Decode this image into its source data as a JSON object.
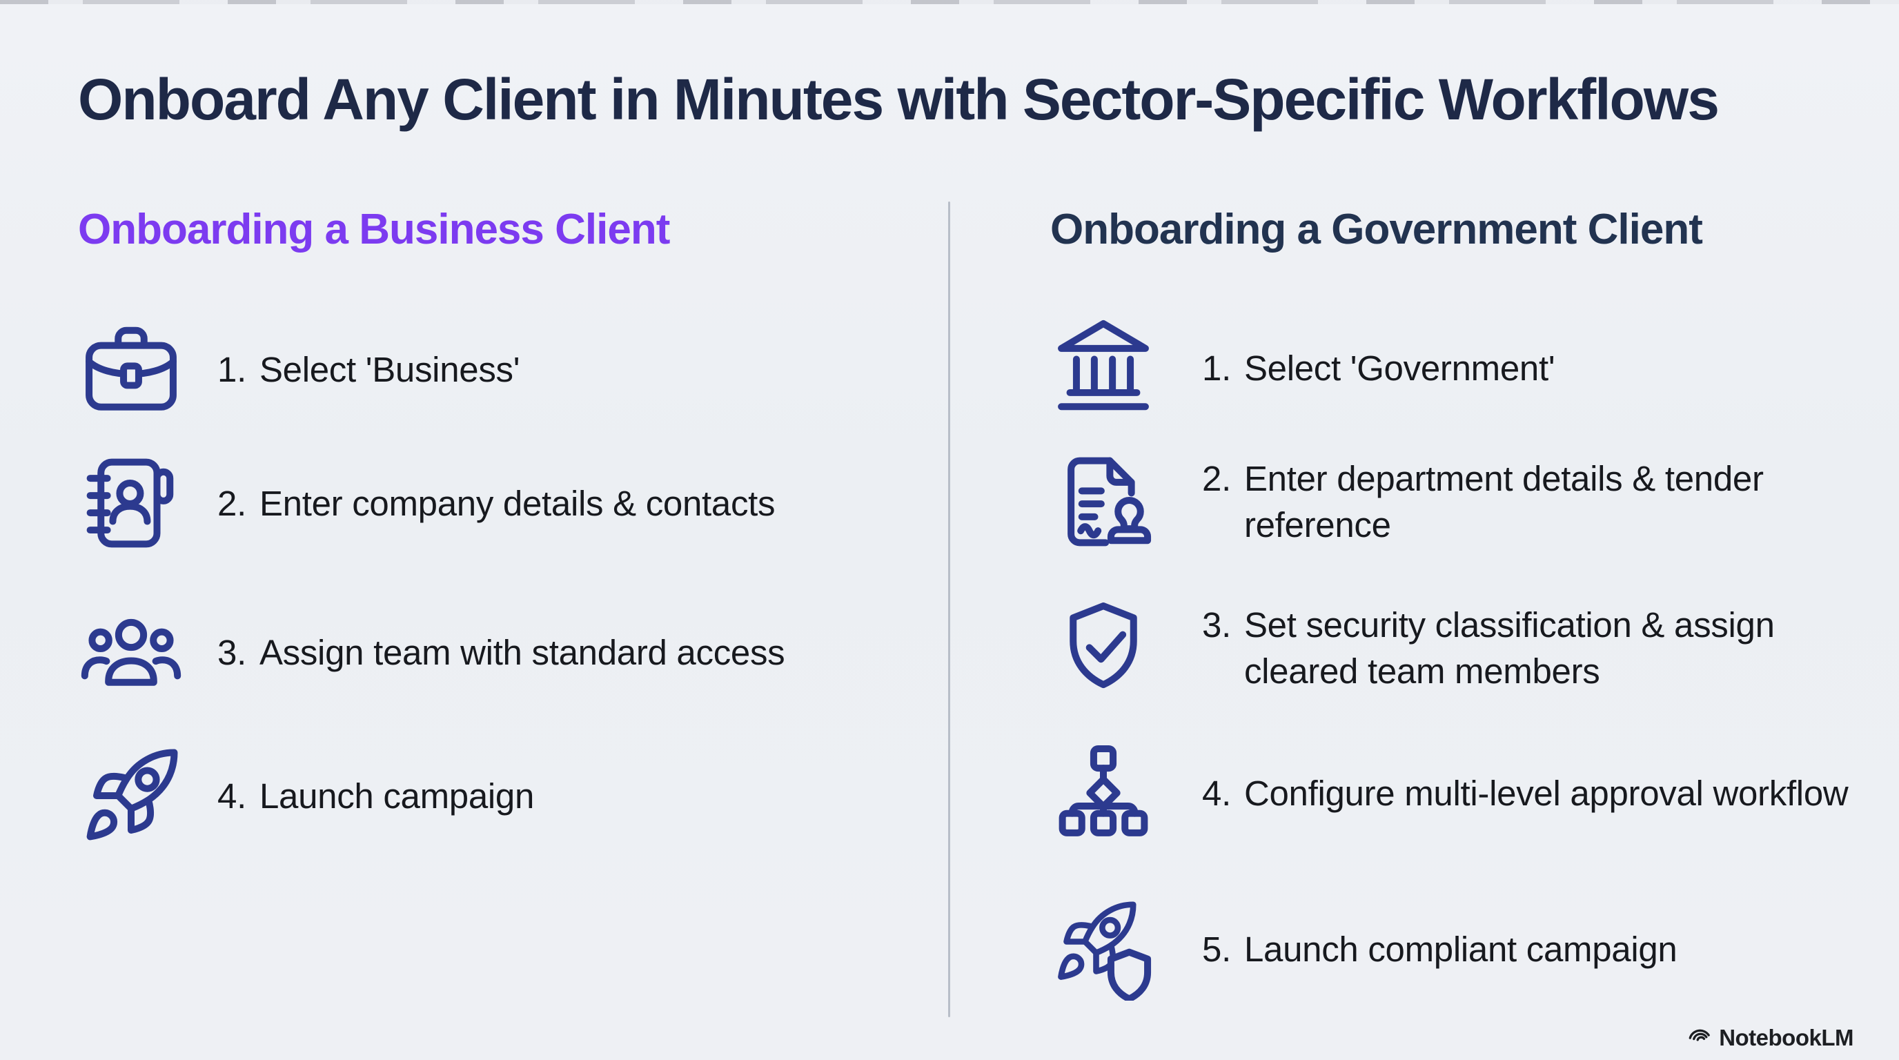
{
  "page": {
    "title": "Onboard Any Client in Minutes with Sector-Specific Workflows"
  },
  "colors": {
    "background": "#EDEFF4",
    "title_navy": "#1E2947",
    "accent_purple": "#7C3BF0",
    "heading_navy": "#223350",
    "icon_indigo": "#2C3A8F",
    "text_dark": "#17191E",
    "divider_gray": "#B8BEC8",
    "watermark_dark": "#1D1F23"
  },
  "columns": [
    {
      "id": "business",
      "heading": "Onboarding a Business Client",
      "heading_color": "#7C3BF0",
      "steps": [
        {
          "number": "1.",
          "text": "Select 'Business'",
          "icon": "briefcase-icon"
        },
        {
          "number": "2.",
          "text": "Enter company details & contacts",
          "icon": "contact-book-icon"
        },
        {
          "number": "3.",
          "text": "Assign team with standard access",
          "icon": "team-icon"
        },
        {
          "number": "4.",
          "text": "Launch campaign",
          "icon": "rocket-icon"
        }
      ]
    },
    {
      "id": "government",
      "heading": "Onboarding a Government Client",
      "heading_color": "#223350",
      "steps": [
        {
          "number": "1.",
          "text": "Select 'Government'",
          "icon": "bank-icon"
        },
        {
          "number": "2.",
          "text": "Enter department details & tender reference",
          "icon": "document-stamp-icon"
        },
        {
          "number": "3.",
          "text": "Set security classification & assign cleared team members",
          "icon": "shield-check-icon"
        },
        {
          "number": "4.",
          "text": "Configure multi-level approval workflow",
          "icon": "org-chart-icon"
        },
        {
          "number": "5.",
          "text": "Launch compliant campaign",
          "icon": "rocket-shield-icon"
        }
      ]
    }
  ],
  "branding": {
    "watermark": "NotebookLM",
    "logo_icon": "notebooklm-logo-icon"
  }
}
